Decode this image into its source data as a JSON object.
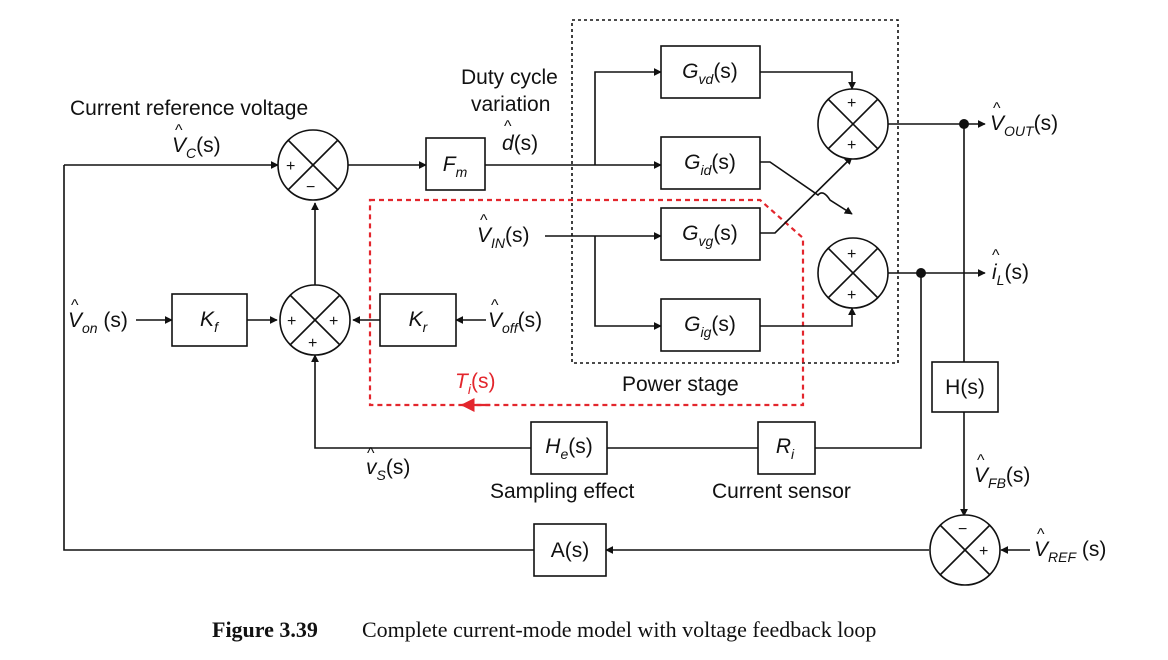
{
  "colors": {
    "line": "#111111",
    "loop": "#e3262d"
  },
  "labels": {
    "current_reference_voltage": "Current reference voltage",
    "duty_cycle_line1": "Duty cycle",
    "duty_cycle_line2": "variation",
    "power_stage": "Power stage",
    "sampling_effect": "Sampling effect",
    "current_sensor": "Current sensor"
  },
  "blocks": {
    "fm": {
      "main": "F",
      "sub": "m"
    },
    "kf": {
      "main": "K",
      "sub": "f"
    },
    "kr": {
      "main": "K",
      "sub": "r"
    },
    "gvd": {
      "main": "G",
      "sub": "vd",
      "arg": "(s)"
    },
    "gid": {
      "main": "G",
      "sub": "id",
      "arg": "(s)"
    },
    "gvg": {
      "main": "G",
      "sub": "vg",
      "arg": "(s)"
    },
    "gig": {
      "main": "G",
      "sub": "ig",
      "arg": "(s)"
    },
    "he": {
      "main": "H",
      "sub": "e",
      "arg": "(s)"
    },
    "ri": {
      "main": "R",
      "sub": "i"
    },
    "h": {
      "main": "H(s)"
    },
    "a": {
      "main": "A(s)"
    }
  },
  "signals": {
    "vc": {
      "main": "V",
      "sub": "C",
      "arg": "(s)"
    },
    "d": {
      "main": "d",
      "arg": "(s)"
    },
    "vin": {
      "main": "V",
      "sub": "IN",
      "arg": "(s)"
    },
    "von": {
      "main": "V",
      "sub": "on",
      "arg": " (s)"
    },
    "voff": {
      "main": "V",
      "sub": "off",
      "arg": "(s)"
    },
    "vout": {
      "main": "V",
      "sub": "OUT",
      "arg": "(s)"
    },
    "il": {
      "main": "i",
      "sub": "L",
      "arg": "(s)"
    },
    "vs": {
      "main": "v",
      "sub": "S",
      "arg": "(s)"
    },
    "vfb": {
      "main": "V",
      "sub": "FB",
      "arg": "(s)"
    },
    "vref": {
      "main": "V",
      "sub": "REF",
      "arg": " (s)"
    },
    "ti": {
      "main": "T",
      "sub": "i",
      "arg": "(s)"
    }
  },
  "signs": {
    "plus": "+",
    "minus": "−"
  },
  "caption": {
    "label": "Figure 3.39",
    "text": "Complete current-mode model with voltage feedback loop"
  }
}
